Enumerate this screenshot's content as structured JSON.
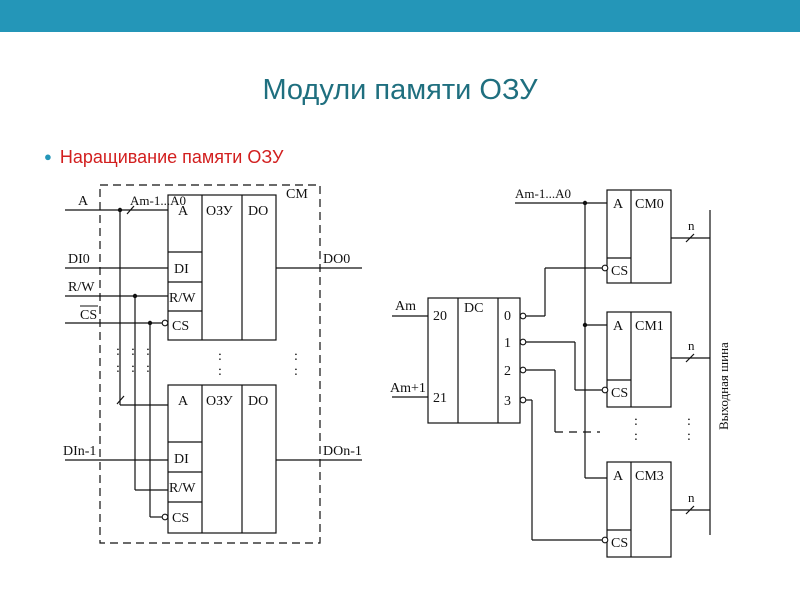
{
  "slide": {
    "title": "Модули памяти ОЗУ",
    "bullet": "Наращивание памяти ОЗУ"
  },
  "colors": {
    "header_bar": "#2496b8",
    "title": "#1f6f7f",
    "bullet_text": "#d21f1f",
    "bullet_dot": "#2496b8"
  },
  "left_diagram": {
    "signals": {
      "a": "A",
      "addr": "Am-1...A0",
      "di0": "DI0",
      "rw": "R/W",
      "cs": "CS",
      "din": "DIn-1",
      "do0": "DO0",
      "don": "DOn-1"
    },
    "container_label": "CM",
    "chip": {
      "a": "A",
      "ozu": "ОЗУ",
      "do": "DO",
      "di": "DI",
      "rw": "R/W",
      "cs": "CS"
    }
  },
  "right_diagram": {
    "addr": "Am-1...A0",
    "am": "Am",
    "am1": "Am+1",
    "dc": {
      "label": "DC",
      "in0": "20",
      "in1": "21",
      "outputs": [
        "0",
        "1",
        "2",
        "3"
      ]
    },
    "modules": [
      {
        "a": "A",
        "cm": "CM0",
        "cs": "CS"
      },
      {
        "a": "A",
        "cm": "CM1",
        "cs": "CS"
      },
      {
        "a": "A",
        "cm": "CM3",
        "cs": "CS"
      }
    ],
    "bus_width": "n",
    "bus_label": "Выходная шина"
  }
}
